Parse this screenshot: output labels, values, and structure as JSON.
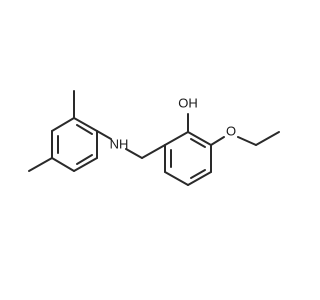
{
  "molecule": {
    "atoms": {
      "oh": "OH",
      "nh": "NH",
      "o_ether": "O"
    }
  }
}
